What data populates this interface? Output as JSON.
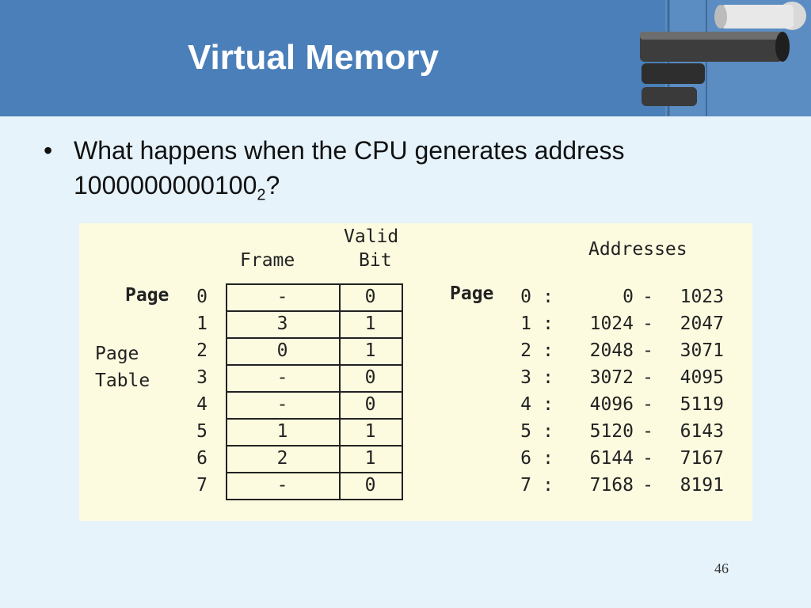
{
  "slide": {
    "title": "Virtual Memory",
    "bullet": {
      "text_main": "What happens when the CPU generates address 1000000000100",
      "subscript": "2",
      "suffix": "?"
    },
    "page_number": "46"
  },
  "figure": {
    "headers": {
      "frame": "Frame",
      "valid_line1": "Valid",
      "valid_line2": "Bit",
      "addresses": "Addresses"
    },
    "labels": {
      "page_left": "Page",
      "page_table_line1": "Page",
      "page_table_line2": "Table",
      "page_right": "Page"
    },
    "page_table": [
      {
        "page": "0",
        "frame": "-",
        "valid": "0"
      },
      {
        "page": "1",
        "frame": "3",
        "valid": "1"
      },
      {
        "page": "2",
        "frame": "0",
        "valid": "1"
      },
      {
        "page": "3",
        "frame": "-",
        "valid": "0"
      },
      {
        "page": "4",
        "frame": "-",
        "valid": "0"
      },
      {
        "page": "5",
        "frame": "1",
        "valid": "1"
      },
      {
        "page": "6",
        "frame": "2",
        "valid": "1"
      },
      {
        "page": "7",
        "frame": "-",
        "valid": "0"
      }
    ],
    "addresses": [
      {
        "page": "0",
        "sep": ":",
        "start": "0",
        "dash": "-",
        "end": "1023"
      },
      {
        "page": "1",
        "sep": ":",
        "start": "1024",
        "dash": "-",
        "end": "2047"
      },
      {
        "page": "2",
        "sep": ":",
        "start": "2048",
        "dash": "-",
        "end": "3071"
      },
      {
        "page": "3",
        "sep": ":",
        "start": "3072",
        "dash": "-",
        "end": "4095"
      },
      {
        "page": "4",
        "sep": ":",
        "start": "4096",
        "dash": "-",
        "end": "5119"
      },
      {
        "page": "5",
        "sep": ":",
        "start": "5120",
        "dash": "-",
        "end": "6143"
      },
      {
        "page": "6",
        "sep": ":",
        "start": "6144",
        "dash": "-",
        "end": "7167"
      },
      {
        "page": "7",
        "sep": ":",
        "start": "7168",
        "dash": "-",
        "end": "8191"
      }
    ]
  },
  "colors": {
    "header_bg": "#4a7fb9",
    "slide_bg": "#e6f3fb",
    "figure_bg": "#fdfbdf"
  }
}
